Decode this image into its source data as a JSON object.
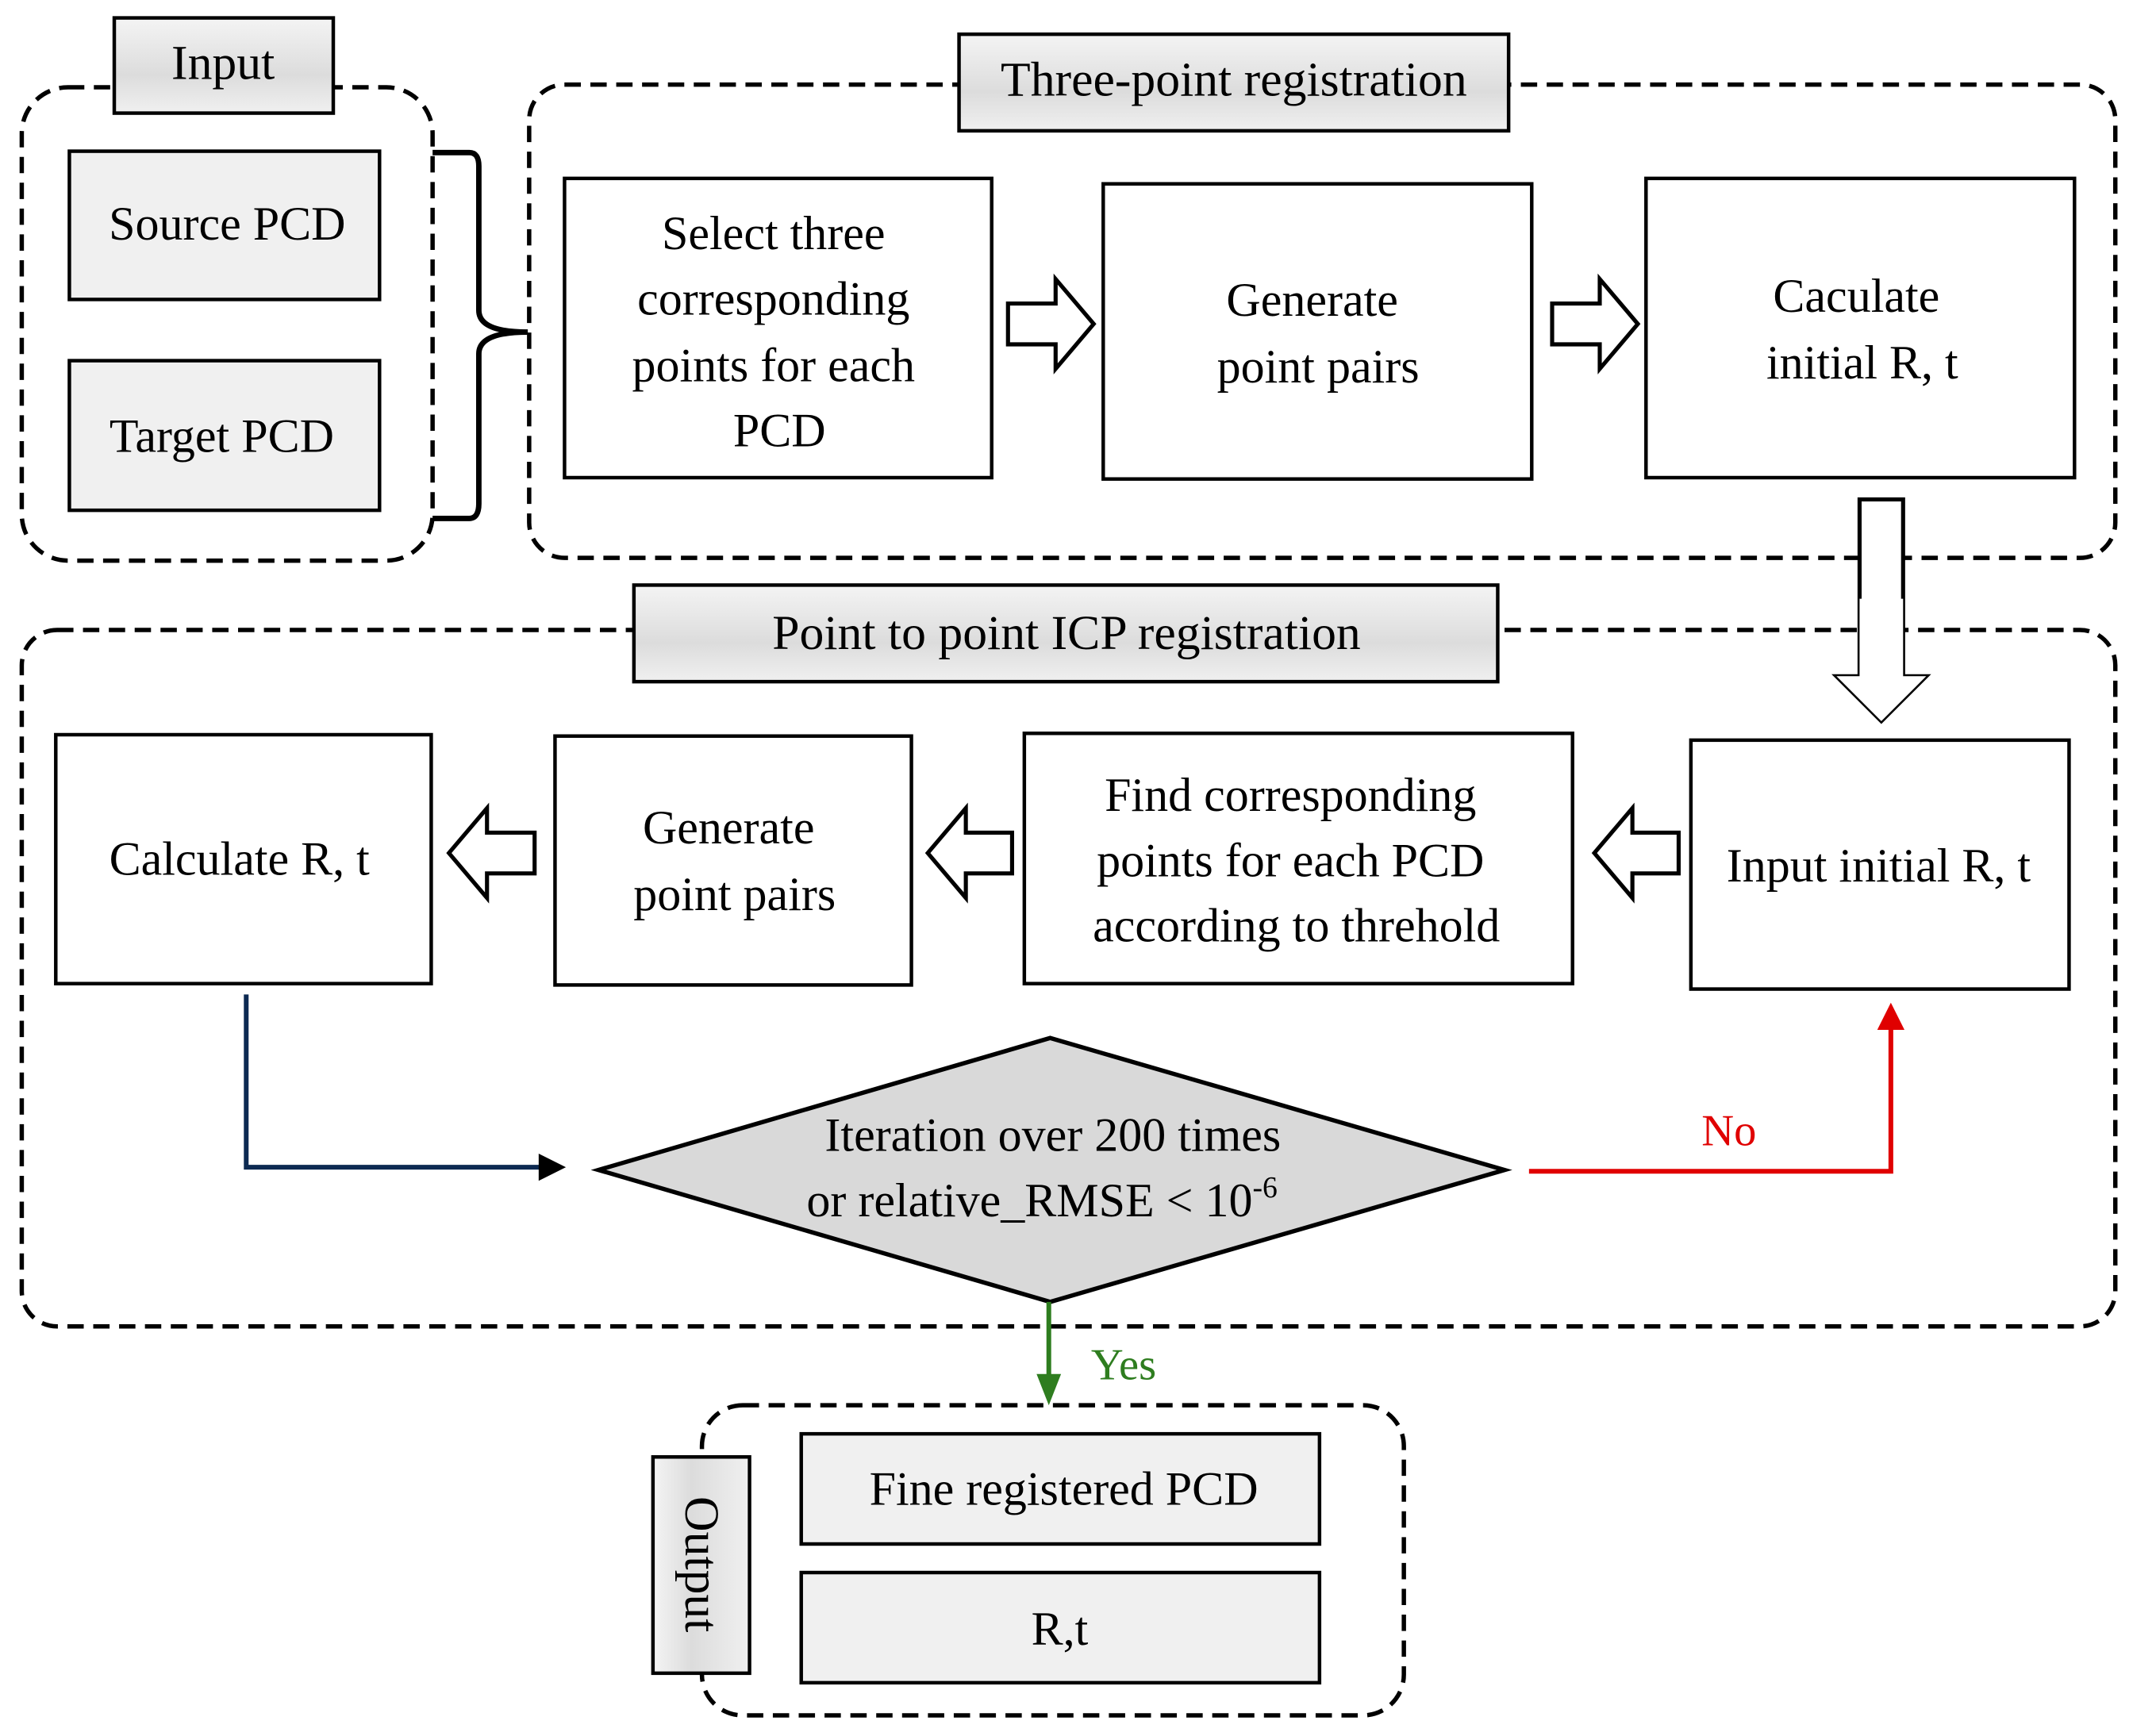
{
  "groups": {
    "input": {
      "title": "Input",
      "items": [
        "Source PCD",
        "Target PCD"
      ]
    },
    "three_point": {
      "title": "Three-point registration",
      "steps": [
        {
          "lines": [
            "Select three",
            "corresponding",
            "points for each",
            "PCD"
          ]
        },
        {
          "lines": [
            "Generate",
            "point pairs"
          ]
        },
        {
          "lines": [
            "Caculate",
            "initial R, t"
          ]
        }
      ]
    },
    "icp": {
      "title": "Point to point ICP registration",
      "steps": [
        {
          "lines": [
            "Calculate R, t"
          ]
        },
        {
          "lines": [
            "Generate",
            "point pairs"
          ]
        },
        {
          "lines": [
            "Find corresponding",
            "points for each PCD",
            "according to threhold"
          ]
        },
        {
          "lines": [
            "Input initial R, t"
          ]
        }
      ],
      "decision": {
        "line1": "Iteration over 200 times",
        "line2_prefix": "or relative_RMSE < 10",
        "line2_sup": "-6"
      }
    },
    "output": {
      "title": "Output",
      "items": [
        "Fine registered PCD",
        "R,t"
      ]
    }
  },
  "edges": {
    "no_label": "No",
    "yes_label": "Yes"
  },
  "colors": {
    "no_arrow": "#e00000",
    "yes_arrow": "#2e7d1f",
    "loop_arrow": "#0d2a52",
    "decision_fill": "#d9d9d9",
    "box_fill": "#f0f0f0"
  }
}
